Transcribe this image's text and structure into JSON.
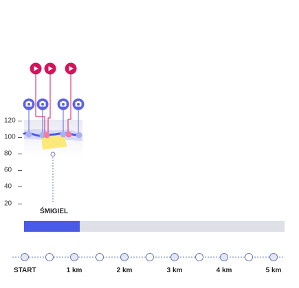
{
  "elevation_axis": {
    "labels": [
      "120",
      "100",
      "80",
      "60",
      "40",
      "20"
    ]
  },
  "place": {
    "name": "ŚMIGIEL"
  },
  "route_progress": {
    "fraction": 0.215
  },
  "distance_markers": {
    "labels": [
      "START",
      "1 km",
      "2 km",
      "3 km",
      "4 km",
      "5 km"
    ]
  },
  "media": {
    "video_count": 3,
    "photo_count": 4
  },
  "colors": {
    "accent_blue": "#4a5ae8",
    "video_pin": "#d4145a",
    "photo_pin": "#5b63e6",
    "highlight_yellow": "#fde87a",
    "track_grey": "#dfdfe7"
  }
}
